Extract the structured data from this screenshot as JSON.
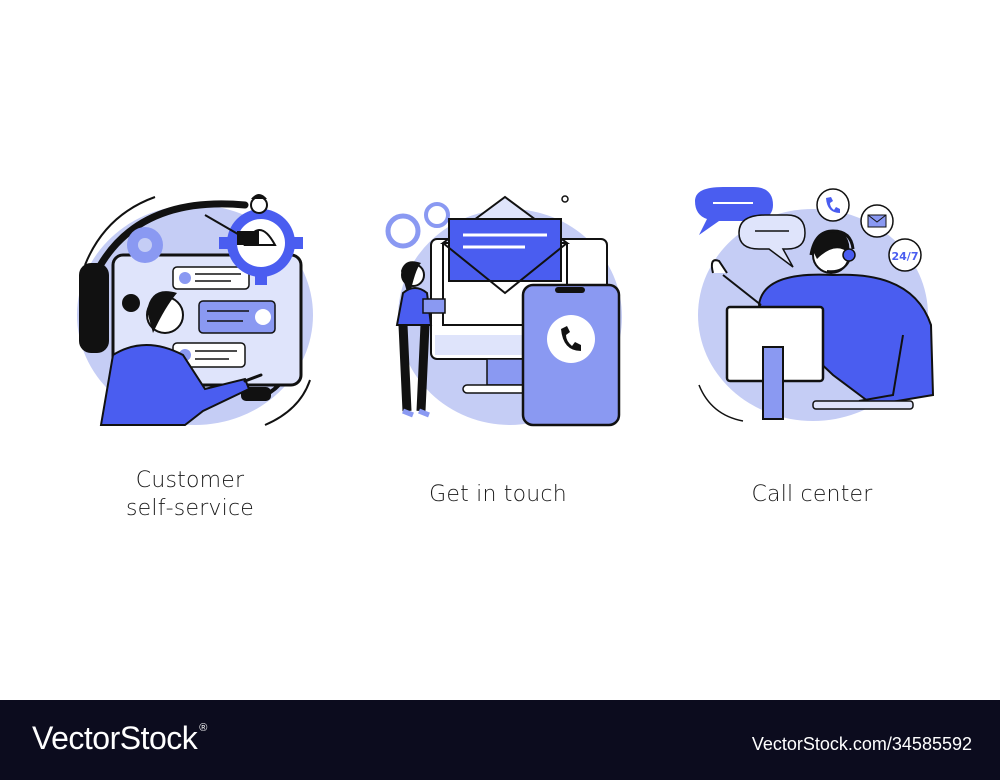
{
  "colors": {
    "blob": "#c5cdf5",
    "accent": "#4a5df0",
    "mid": "#8a99f2",
    "ink": "#111111",
    "footer_bg": "#0c0c1e"
  },
  "illustrations": [
    {
      "id": "customer-self-service",
      "caption_lines": [
        "Customer",
        "self-service"
      ],
      "icon": "headset-tablet-gear-illustration"
    },
    {
      "id": "get-in-touch",
      "caption_lines": [
        "Get in touch"
      ],
      "icon": "envelope-phone-illustration"
    },
    {
      "id": "call-center",
      "caption_lines": [
        "Call center"
      ],
      "icon": "operator-headset-monitor-illustration"
    }
  ],
  "footer": {
    "brand": "VectorStock",
    "registered_mark": "®",
    "stock_id": "VectorStock.com/34585592"
  }
}
